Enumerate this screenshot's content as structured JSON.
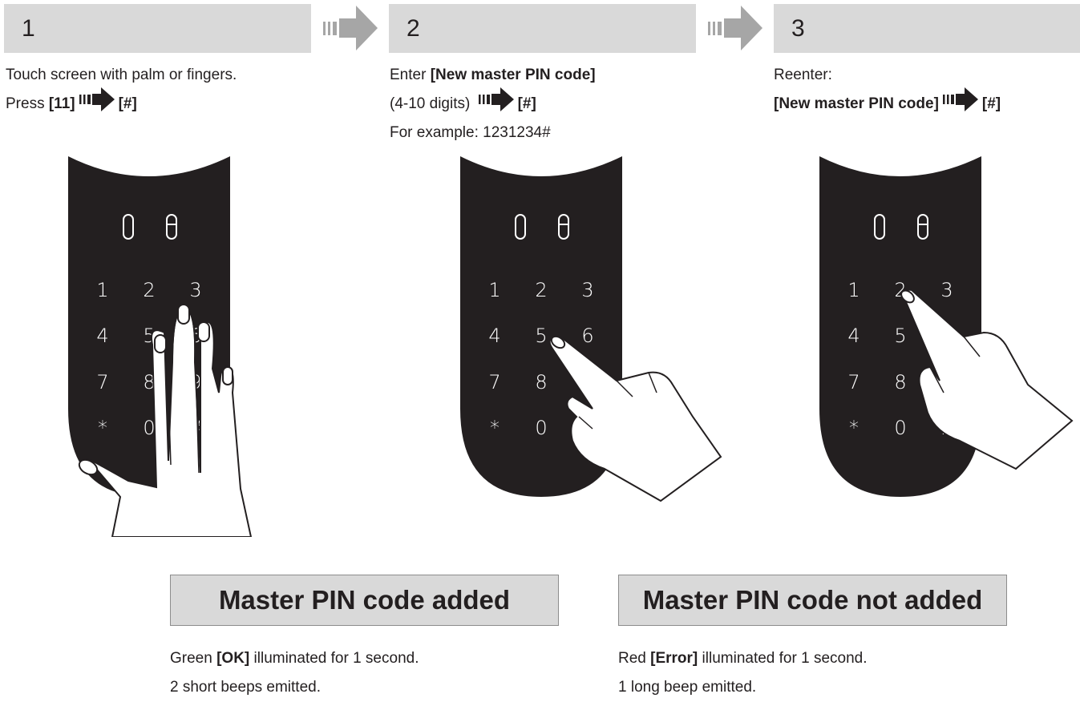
{
  "steps": [
    {
      "number": "1",
      "lines": [
        [
          {
            "t": "Touch screen with palm or fingers.",
            "b": false
          }
        ],
        [
          {
            "t": "Press ",
            "b": false
          },
          {
            "t": "[11]",
            "b": true
          },
          {
            "arrow": true
          },
          {
            "t": "[#]",
            "b": true
          }
        ]
      ]
    },
    {
      "number": "2",
      "lines": [
        [
          {
            "t": "Enter ",
            "b": false
          },
          {
            "t": "[New master PIN code]",
            "b": true
          }
        ],
        [
          {
            "t": "(4-10 digits) ",
            "b": false
          },
          {
            "arrow": true
          },
          {
            "t": "[#]",
            "b": true
          }
        ],
        [
          {
            "t": "For example: 1231234#",
            "b": false
          }
        ]
      ]
    },
    {
      "number": "3",
      "lines": [
        [
          {
            "t": "Reenter:",
            "b": false
          }
        ],
        [
          {
            "t": "[New master PIN code]",
            "b": true
          },
          {
            "arrow": true
          },
          {
            "t": "[#]",
            "b": true
          }
        ]
      ]
    }
  ],
  "keypad": {
    "keys": [
      "1",
      "2",
      "3",
      "4",
      "5",
      "6",
      "7",
      "8",
      "9",
      "*",
      "0",
      "#"
    ]
  },
  "results": [
    {
      "title": "Master PIN code added",
      "lines": [
        [
          {
            "t": "Green ",
            "b": false
          },
          {
            "t": "[OK]",
            "b": true
          },
          {
            "t": " illuminated for 1 second.",
            "b": false
          }
        ],
        [
          {
            "t": "2 short beeps emitted.",
            "b": false
          }
        ]
      ]
    },
    {
      "title": "Master PIN code not added",
      "lines": [
        [
          {
            "t": "Red ",
            "b": false
          },
          {
            "t": "[Error]",
            "b": true
          },
          {
            "t": " illuminated for 1 second.",
            "b": false
          }
        ],
        [
          {
            "t": "1 long beep emitted.",
            "b": false
          }
        ]
      ]
    }
  ],
  "colors": {
    "header_gray": "#d9d9d9",
    "arrow_gray": "#a6a6a6",
    "lock_body": "#231f20",
    "text": "#231f20"
  }
}
